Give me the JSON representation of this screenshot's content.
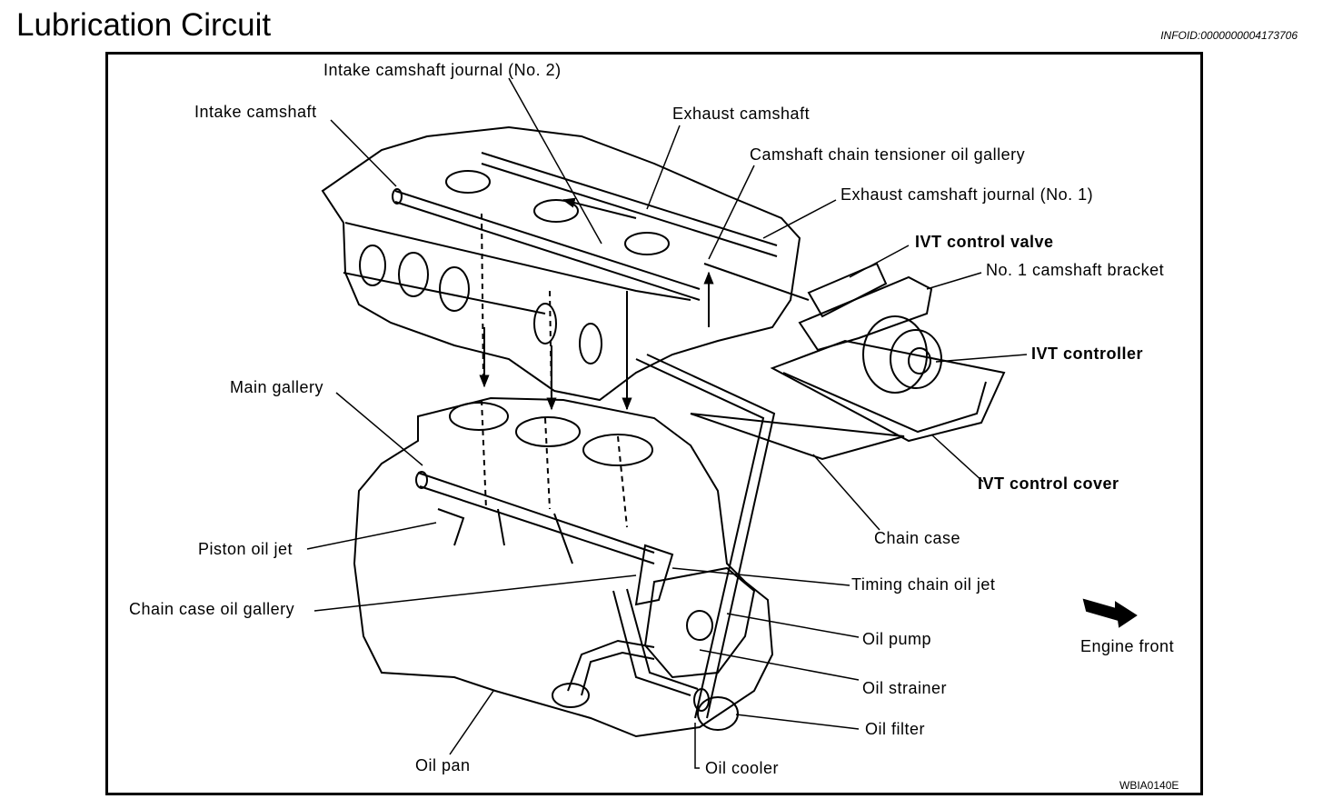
{
  "header": {
    "title": "Lubrication Circuit",
    "info_id": "INFOID:0000000004173706"
  },
  "figure_id": "WBIA0140E",
  "labels": {
    "intake_camshaft_journal_no2": "Intake camshaft journal (No. 2)",
    "intake_camshaft": "Intake camshaft",
    "exhaust_camshaft": "Exhaust camshaft",
    "camshaft_chain_tensioner_oil_gallery": "Camshaft chain tensioner oil gallery",
    "exhaust_camshaft_journal_no1": "Exhaust camshaft journal (No. 1)",
    "ivt_control_valve": "IVT control valve",
    "no1_camshaft_bracket": "No. 1 camshaft bracket",
    "ivt_controller": "IVT controller",
    "main_gallery": "Main gallery",
    "ivt_control_cover": "IVT control cover",
    "chain_case": "Chain case",
    "piston_oil_jet": "Piston oil jet",
    "timing_chain_oil_jet": "Timing chain oil jet",
    "chain_case_oil_gallery": "Chain case oil gallery",
    "oil_pump": "Oil pump",
    "engine_front": "Engine front",
    "oil_strainer": "Oil strainer",
    "oil_filter": "Oil filter",
    "oil_pan": "Oil pan",
    "oil_cooler": "Oil cooler"
  }
}
